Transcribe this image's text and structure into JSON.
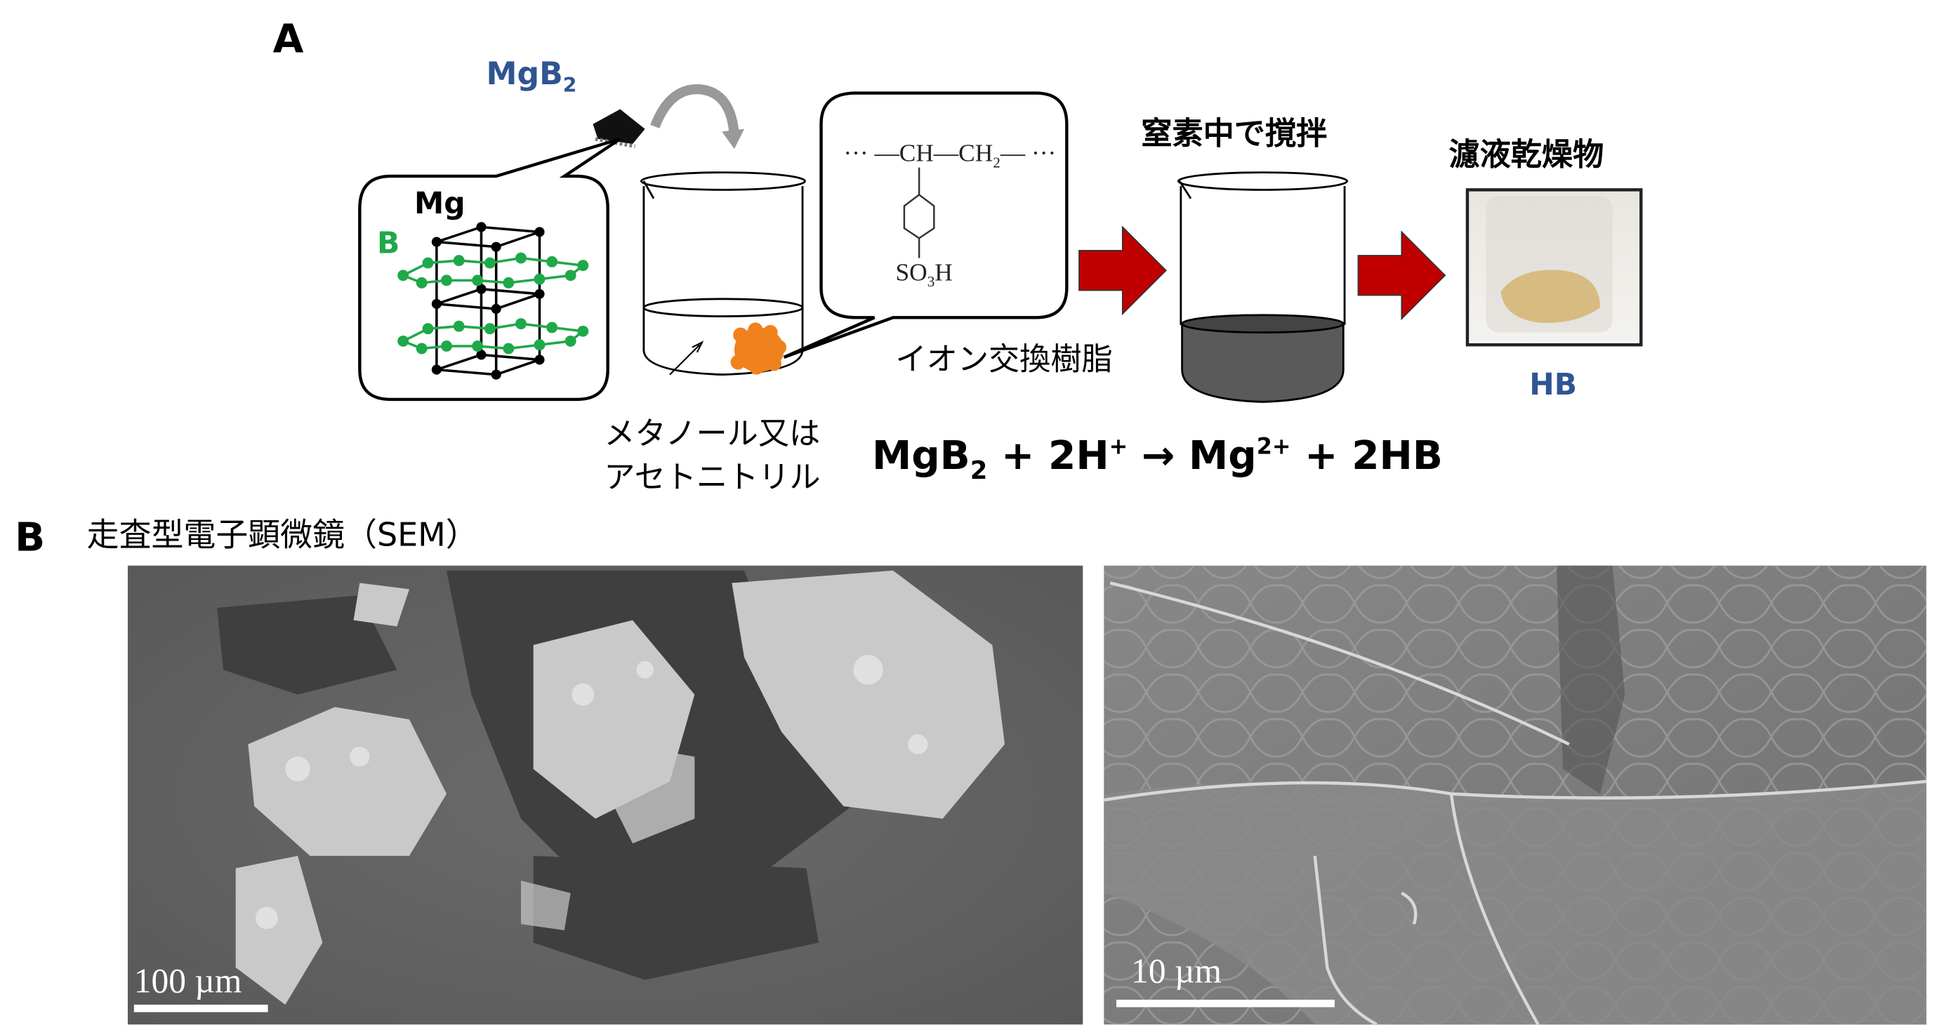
{
  "panel_a": {
    "label": "A",
    "mgb2_label": "MgB",
    "mgb2_sub": "2",
    "mg_label": "Mg",
    "b_label": "B",
    "resin_chain_left": "··· —CH—CH",
    "resin_chain_sub": "2",
    "resin_chain_right": "— ···",
    "resin_group": "SO",
    "resin_group_sub": "3",
    "resin_group_end": "H",
    "resin_label": "イオン交換樹脂",
    "solvent_line1": "メタノール又は",
    "solvent_line2": "アセトニトリル",
    "stir_label": "窒素中で撹拌",
    "dried_label": "濾液乾燥物",
    "product_label": "HB",
    "equation": {
      "p1": "MgB",
      "s1": "2",
      "p2": " + 2H",
      "sup1": "+",
      "p3": " → Mg",
      "sup2": "2+",
      "p4": " + 2HB"
    }
  },
  "panel_b": {
    "label": "B",
    "title": "走査型電子顕微鏡（SEM）",
    "left_scale": "100 µm",
    "right_scale": "10 µm"
  },
  "colors": {
    "blue": "#2f5592",
    "green": "#1fa84a",
    "red_arrow": "#c00000",
    "orange": "#f0821e",
    "liquid": "#5a5a5a"
  }
}
